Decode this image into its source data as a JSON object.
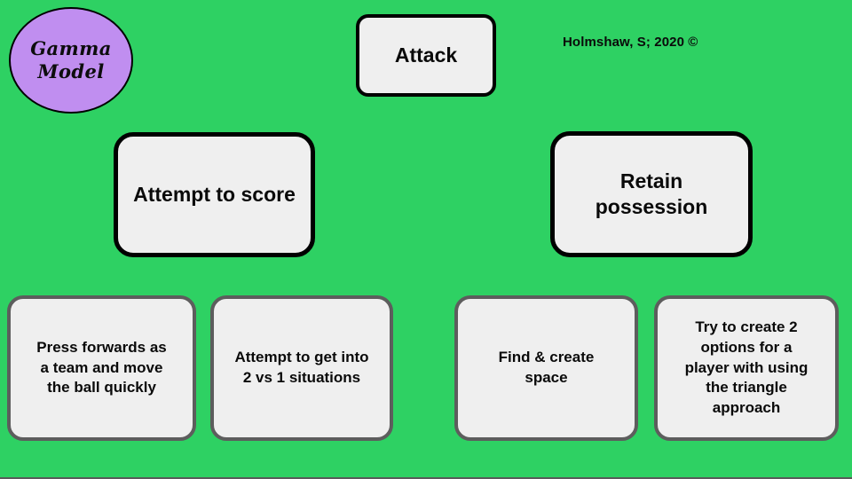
{
  "slide": {
    "background_color": "#2ed163",
    "bottom_rule_color": "#5a5a5a"
  },
  "model_badge": {
    "name": "Gamma Model",
    "line1": "Gamma",
    "line2": "Model",
    "fill_color": "#c08ef0",
    "border_color": "#000000"
  },
  "credit": {
    "text": "Holmshaw, S; 2020 ©"
  },
  "diagram": {
    "root": {
      "id": "attack",
      "label": "Attack",
      "fill_color": "#efefef",
      "border_color": "#000000"
    },
    "level2": [
      {
        "id": "attempt-to-score",
        "label": "Attempt to score",
        "fill_color": "#efefef",
        "border_color": "#000000"
      },
      {
        "id": "retain-possession",
        "label": "Retain\npossession",
        "fill_color": "#efefef",
        "border_color": "#000000"
      }
    ],
    "level3": [
      {
        "id": "press-forwards",
        "label": "Press forwards as\na team and move\nthe ball quickly",
        "parent": "attempt-to-score",
        "fill_color": "#efefef",
        "border_color": "#5d5d5d"
      },
      {
        "id": "two-vs-one",
        "label": "Attempt to get into\n2 vs 1 situations",
        "parent": "attempt-to-score",
        "fill_color": "#efefef",
        "border_color": "#5d5d5d"
      },
      {
        "id": "find-create-space",
        "label": "Find & create\nspace",
        "parent": "retain-possession",
        "fill_color": "#efefef",
        "border_color": "#5d5d5d"
      },
      {
        "id": "triangle-approach",
        "label": "Try to create 2\noptions for a\nplayer with using\nthe triangle\napproach",
        "parent": "retain-possession",
        "fill_color": "#efefef",
        "border_color": "#5d5d5d"
      }
    ]
  }
}
